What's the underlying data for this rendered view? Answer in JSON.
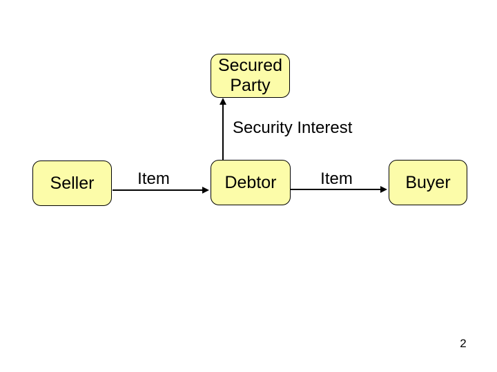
{
  "slide": {
    "background_color": "#FFFFFF",
    "page_number": "2"
  },
  "diagram": {
    "type": "flow-diagram",
    "colors": {
      "node_fill": "#FCFCA9",
      "node_border": "#000000",
      "text": "#000000",
      "connector": "#000000"
    },
    "nodes": [
      {
        "id": "secured-party",
        "label": "Secured Party"
      },
      {
        "id": "seller",
        "label": "Seller"
      },
      {
        "id": "debtor",
        "label": "Debtor"
      },
      {
        "id": "buyer",
        "label": "Buyer"
      }
    ],
    "edges": [
      {
        "id": "debtor-to-secured-party",
        "from": "debtor",
        "to": "secured-party",
        "label": "Security Interest",
        "direction": "up"
      },
      {
        "id": "seller-to-debtor",
        "from": "seller",
        "to": "debtor",
        "label": "Item",
        "direction": "right"
      },
      {
        "id": "debtor-to-buyer",
        "from": "debtor",
        "to": "buyer",
        "label": "Item",
        "direction": "right"
      }
    ]
  }
}
